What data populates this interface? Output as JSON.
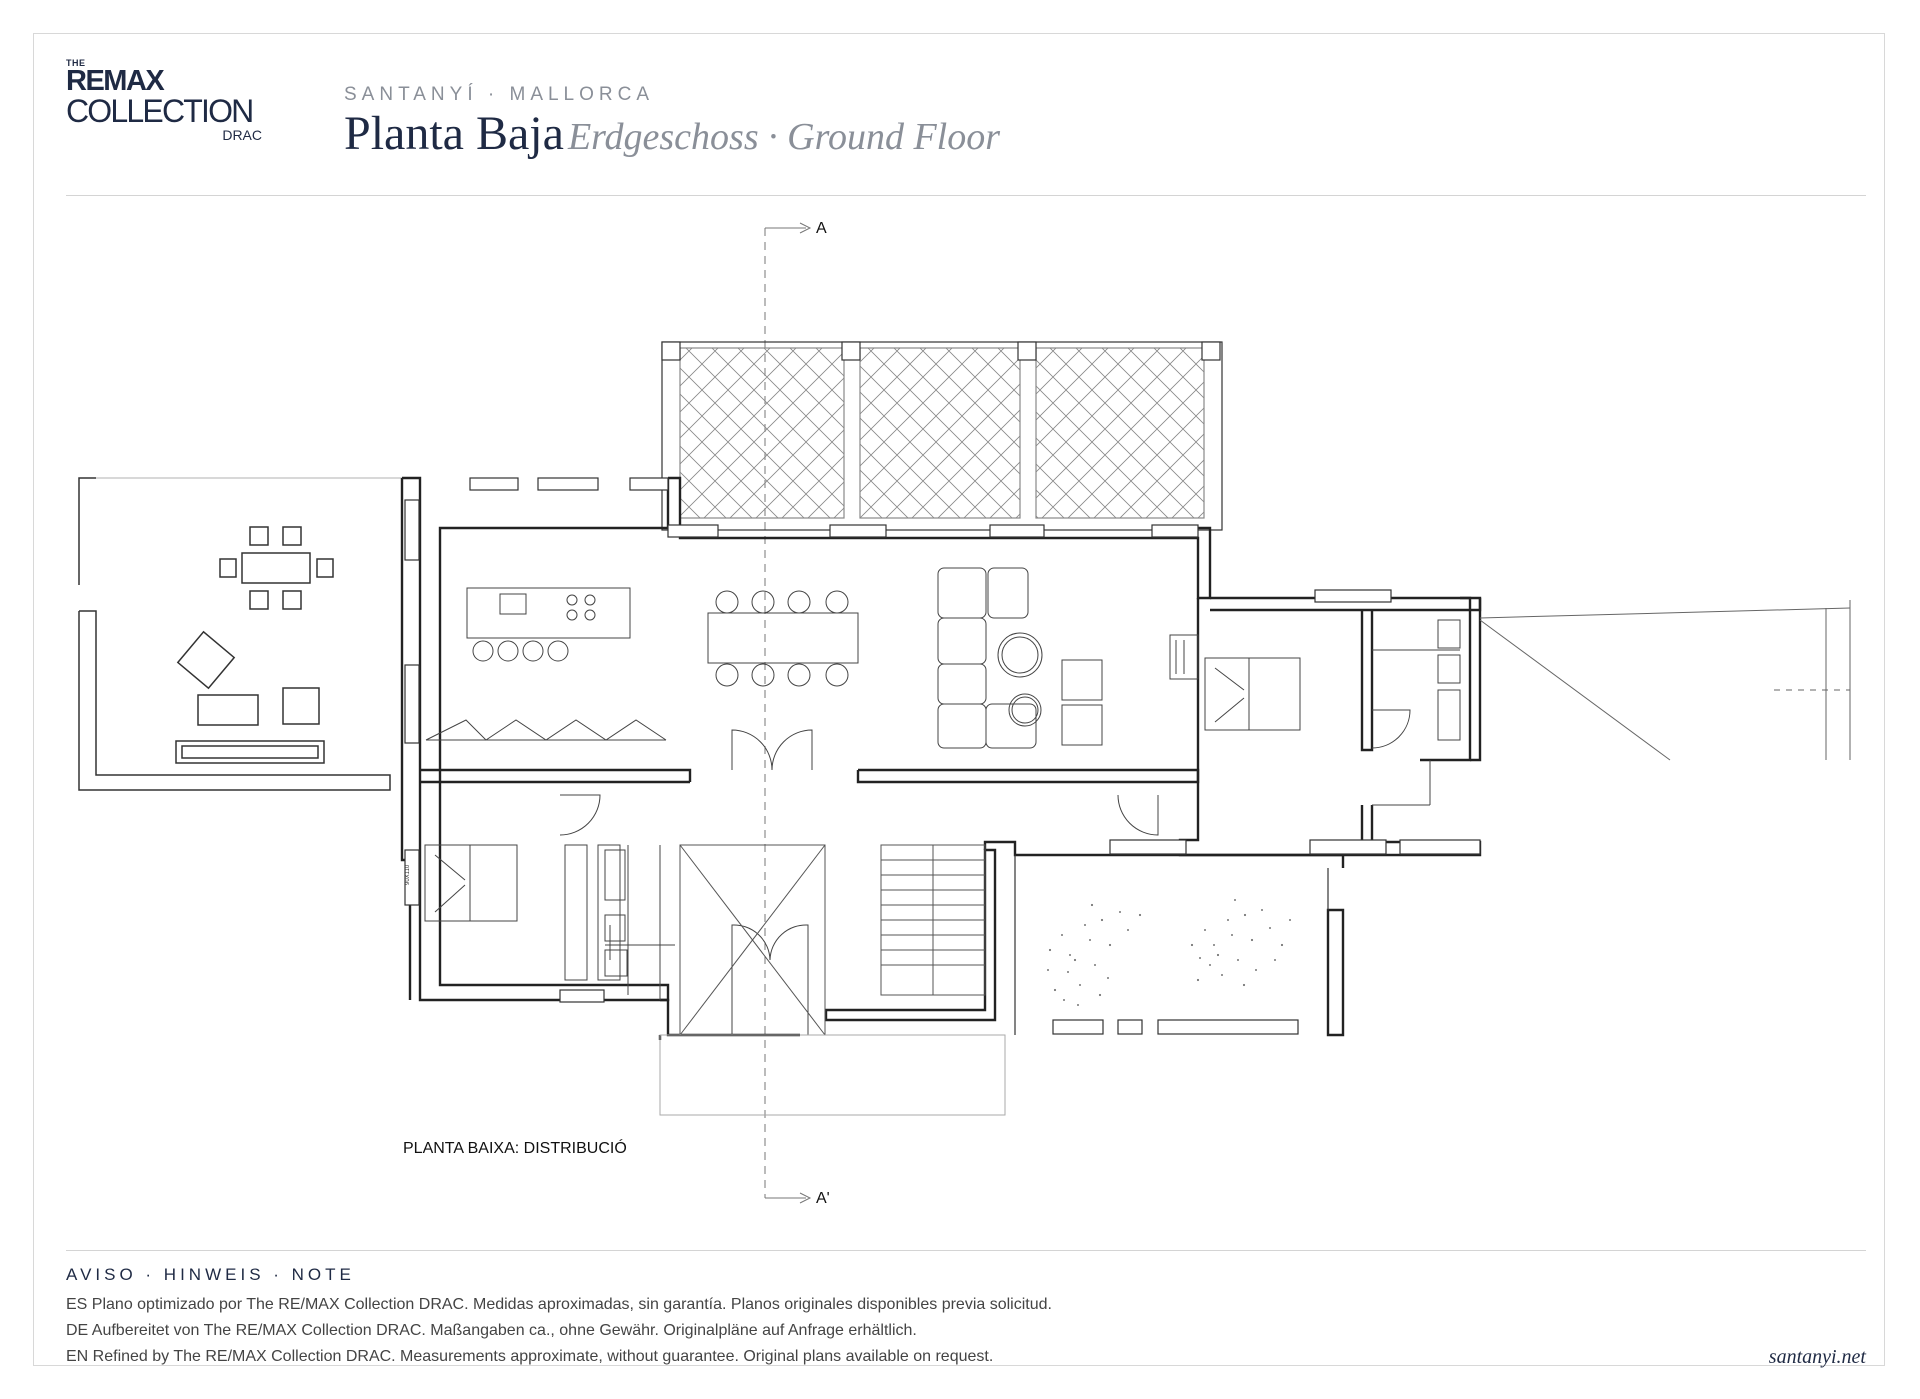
{
  "logo": {
    "the": "THE",
    "remax": "REMAX",
    "collection": "COLLECTION",
    "drac": "DRAC"
  },
  "header": {
    "location": "SANTANYÍ · MALLORCA",
    "title_es": "Planta Baja",
    "title_alt": "Erdgeschoss · Ground Floor"
  },
  "plan": {
    "caption": "PLANTA BAIXA: DISTRIBUCIÓ",
    "section_top": "A",
    "section_bottom": "A'",
    "window_tag": "90X110"
  },
  "notice": {
    "heading": "AVISO · HINWEIS · NOTE",
    "es": "ES Plano optimizado por The RE/MAX Collection DRAC. Medidas aproximadas, sin garantía. Planos originales disponibles previa solicitud.",
    "de": "DE Aufbereitet von The RE/MAX Collection DRAC. Maßangaben ca., ohne Gewähr. Originalpläne auf Anfrage erhältlich.",
    "en": "EN Refined by The RE/MAX Collection DRAC. Measurements approximate, without guarantee. Original plans available on request."
  },
  "footer": {
    "site": "santanyi.net"
  },
  "colors": {
    "navy": "#1f2a44",
    "grey": "#8a8f98",
    "line": "#222222"
  }
}
